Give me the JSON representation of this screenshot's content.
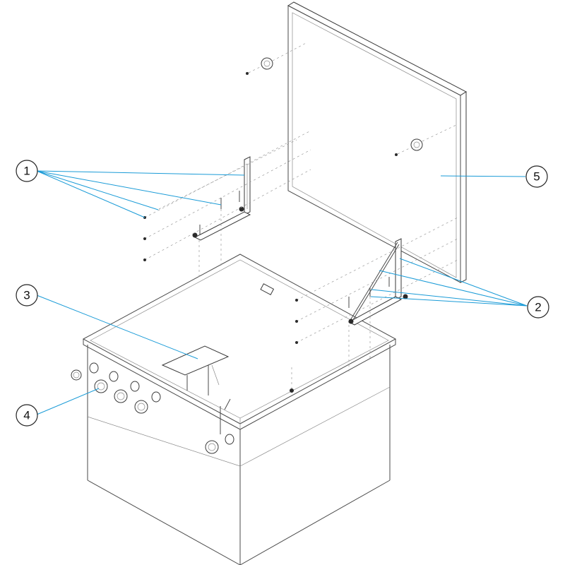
{
  "callouts": [
    {
      "id": "c1",
      "label": "1"
    },
    {
      "id": "c2",
      "label": "2"
    },
    {
      "id": "c3",
      "label": "3"
    },
    {
      "id": "c4",
      "label": "4"
    },
    {
      "id": "c5",
      "label": "5"
    }
  ],
  "colors": {
    "leader_line": "#1a9bd7",
    "outline": "#4a4a4a",
    "background": "#ffffff"
  }
}
